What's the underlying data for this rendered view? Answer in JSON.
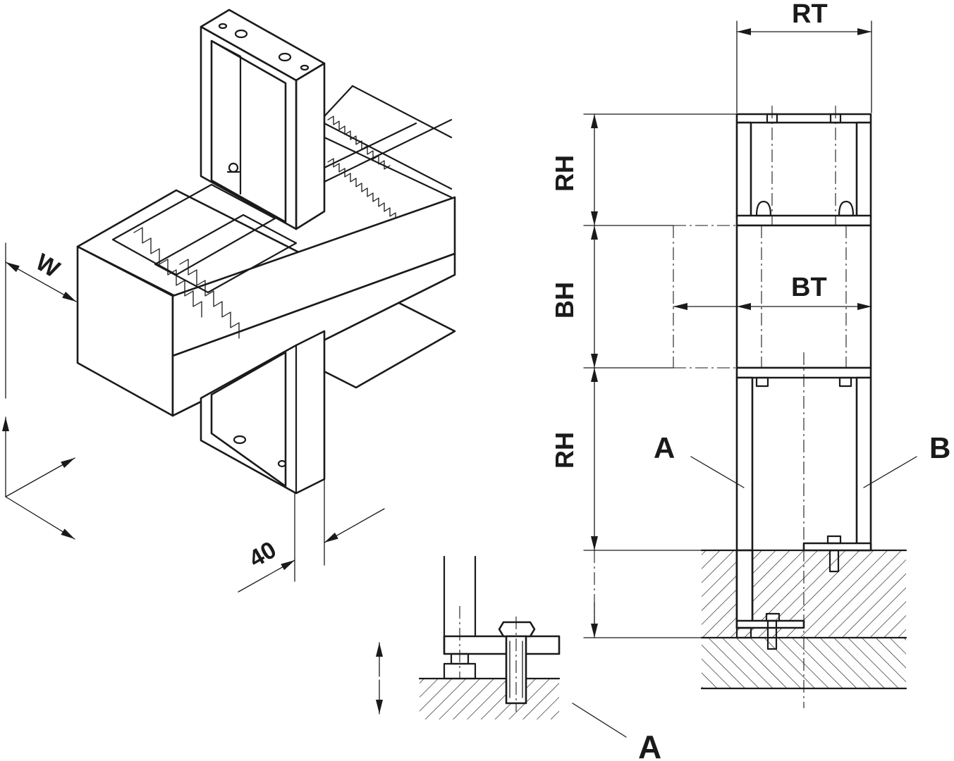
{
  "colors": {
    "ink": "#1a1a1a",
    "paper": "#ffffff"
  },
  "iso": {
    "width_label": "W",
    "depth_label": "40"
  },
  "section": {
    "rt_label": "RT",
    "bt_label": "BT",
    "rh_upper_label": "RH",
    "bh_label": "BH",
    "rh_lower_label": "RH",
    "callout_a": "A",
    "callout_b": "B"
  },
  "detail": {
    "callout_a": "A"
  }
}
